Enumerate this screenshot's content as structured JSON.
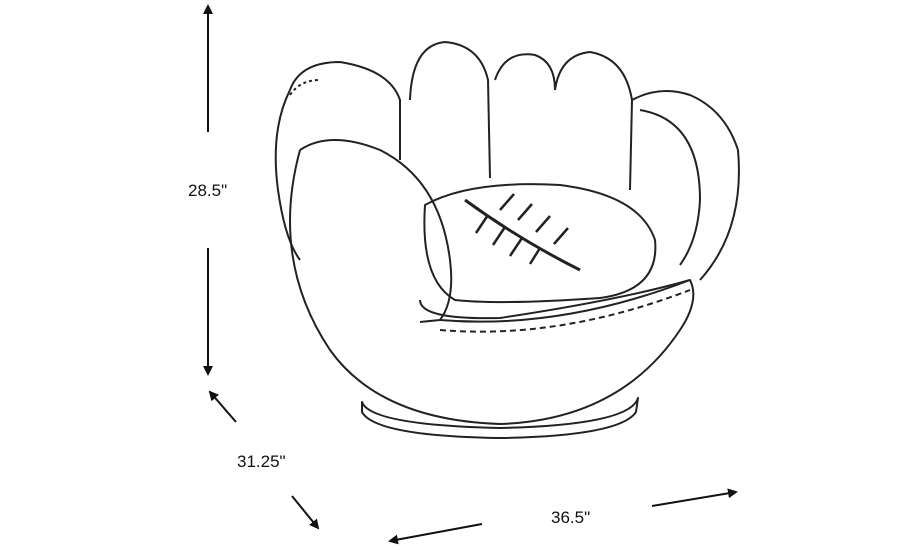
{
  "dimensions": {
    "height": "28.5\"",
    "depth": "31.25\"",
    "width": "36.5\""
  },
  "product": "baseball-glove-chair"
}
